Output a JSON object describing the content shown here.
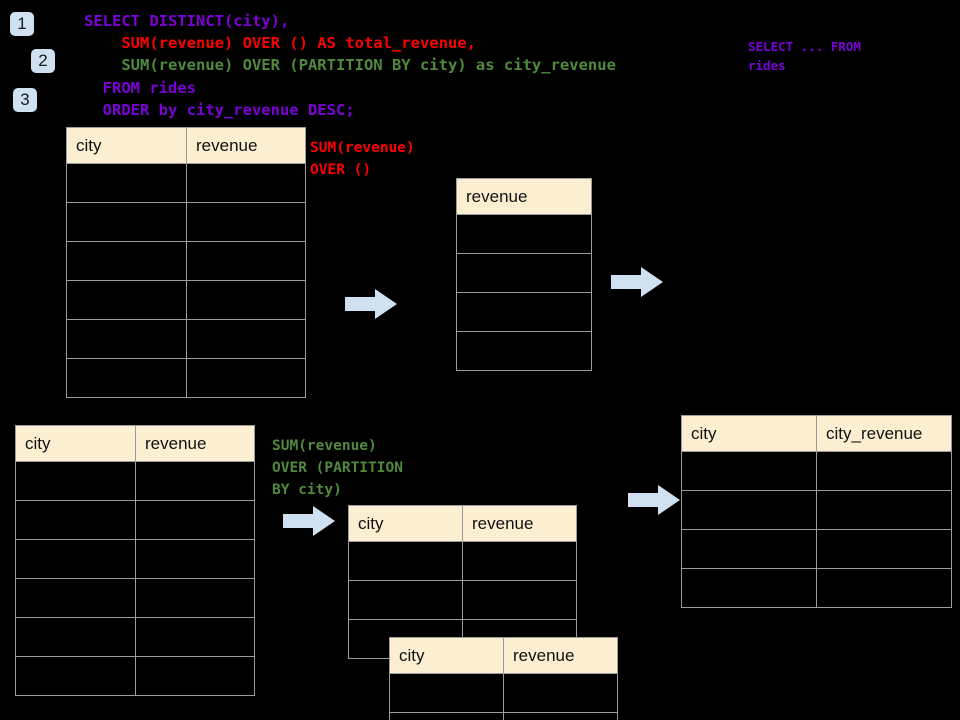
{
  "diagram": {
    "title": "SQL window function execution diagram",
    "background_color": "#000000",
    "header_fill": "#fceed1",
    "grid_color": "#9c9c9c",
    "arrow_color": "#cfe0f0",
    "badge_color": "#cfe0f0"
  },
  "badges": [
    {
      "label": "1"
    },
    {
      "label": "2"
    },
    {
      "label": "3"
    }
  ],
  "sql": {
    "line1": "SELECT DISTINCT(city),",
    "line2": "    SUM(revenue) OVER () AS total_revenue,",
    "line3": "    SUM(revenue) OVER (PARTITION BY city) as city_revenue",
    "line4": "  FROM rides",
    "line5": "  ORDER by city_revenue DESC;",
    "colors": {
      "keyword": "#7b02d6",
      "total_revenue": "#fb0000",
      "city_revenue": "#4f8a3d"
    }
  },
  "side_note": {
    "line1": "SELECT ... FROM",
    "line2": "rides"
  },
  "annotations": {
    "total_revenue": {
      "line1": "SUM(revenue)",
      "line2": "OVER ()"
    },
    "city_revenue": {
      "line1": "SUM(revenue)",
      "line2": "OVER (PARTITION",
      "line3": "BY city)"
    }
  },
  "tables": {
    "rides_top": {
      "name": "rides-source-table-top",
      "headers": [
        "city",
        "revenue"
      ],
      "row_count": 6,
      "rows": [
        [
          "",
          ""
        ],
        [
          "",
          ""
        ],
        [
          "",
          ""
        ],
        [
          "",
          ""
        ],
        [
          "",
          ""
        ],
        [
          "",
          ""
        ]
      ]
    },
    "total_revenue": {
      "name": "total-revenue-table",
      "headers": [
        "revenue"
      ],
      "row_count": 4,
      "rows": [
        [
          ""
        ],
        [
          ""
        ],
        [
          ""
        ],
        [
          ""
        ]
      ]
    },
    "rides_bottom": {
      "name": "rides-source-table-bottom",
      "headers": [
        "city",
        "revenue"
      ],
      "row_count": 6,
      "rows": [
        [
          "",
          ""
        ],
        [
          "",
          ""
        ],
        [
          "",
          ""
        ],
        [
          "",
          ""
        ],
        [
          "",
          ""
        ],
        [
          "",
          ""
        ]
      ]
    },
    "partition_back": {
      "name": "partition-group-table-back",
      "headers": [
        "city",
        "revenue"
      ],
      "row_count": 3,
      "rows": [
        [
          "",
          ""
        ],
        [
          "",
          ""
        ],
        [
          "",
          ""
        ]
      ]
    },
    "partition_front": {
      "name": "partition-group-table-front",
      "headers": [
        "city",
        "revenue"
      ],
      "row_count": 2,
      "rows": [
        [
          "",
          ""
        ],
        [
          "",
          ""
        ]
      ]
    },
    "result": {
      "name": "final-result-table",
      "headers": [
        "city",
        "city_revenue"
      ],
      "row_count": 4,
      "rows": [
        [
          "",
          ""
        ],
        [
          "",
          ""
        ],
        [
          "",
          ""
        ],
        [
          "",
          ""
        ]
      ]
    }
  },
  "arrows": [
    {
      "name": "arrow-source-to-total-revenue"
    },
    {
      "name": "arrow-total-revenue-to-result"
    },
    {
      "name": "arrow-source-to-partition"
    },
    {
      "name": "arrow-partition-to-result"
    }
  ]
}
